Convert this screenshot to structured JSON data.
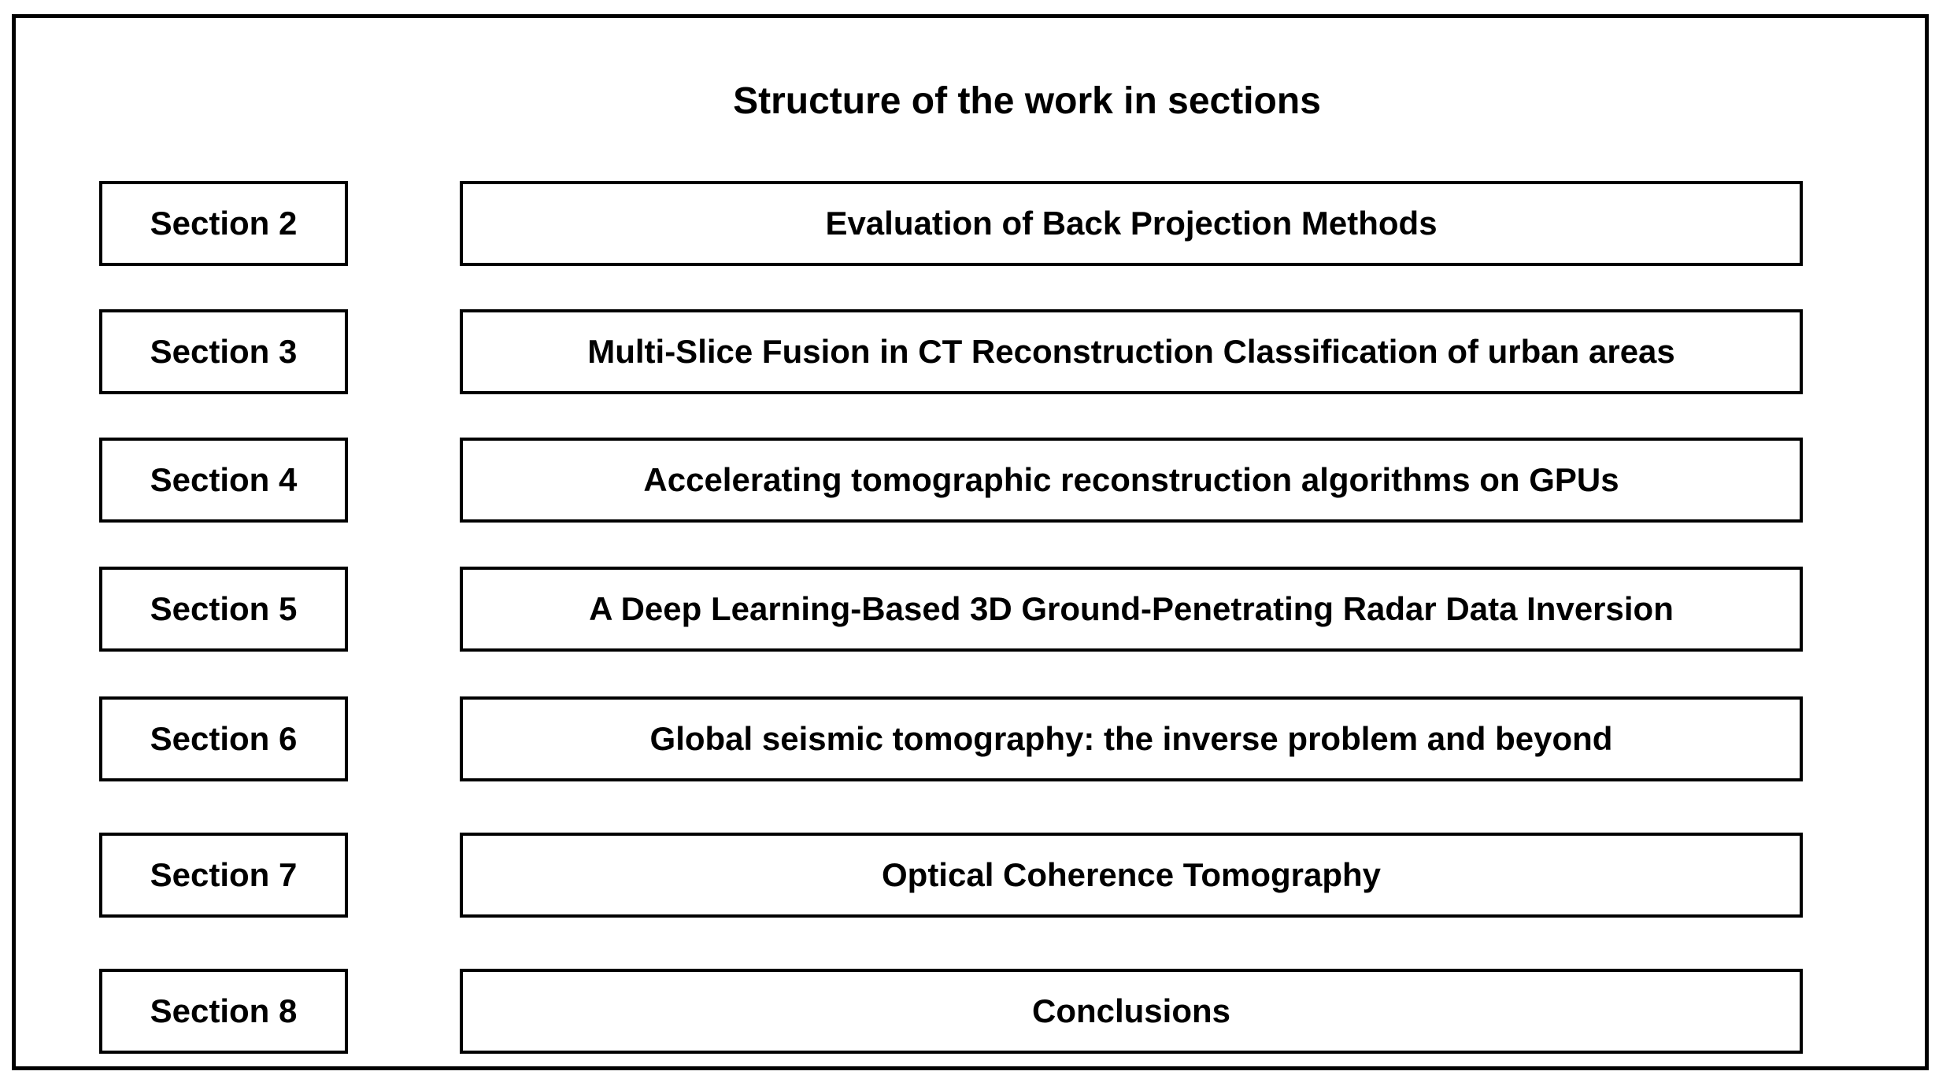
{
  "diagram": {
    "title": "Structure of the work in sections",
    "rows": [
      {
        "section": "Section 2",
        "label": "Evaluation of Back Projection Methods"
      },
      {
        "section": "Section 3",
        "label": "Multi-Slice Fusion in CT Reconstruction Classification of urban areas"
      },
      {
        "section": "Section 4",
        "label": "Accelerating tomographic reconstruction algorithms on GPUs"
      },
      {
        "section": "Section 5",
        "label": "A Deep Learning-Based 3D Ground-Penetrating Radar Data Inversion"
      },
      {
        "section": "Section 6",
        "label": "Global seismic tomography: the inverse problem and beyond"
      },
      {
        "section": "Section 7",
        "label": "Optical Coherence Tomography"
      },
      {
        "section": "Section 8",
        "label": "Conclusions"
      }
    ],
    "colors": {
      "border": "#000000",
      "text": "#000000",
      "background": "#ffffff"
    }
  }
}
